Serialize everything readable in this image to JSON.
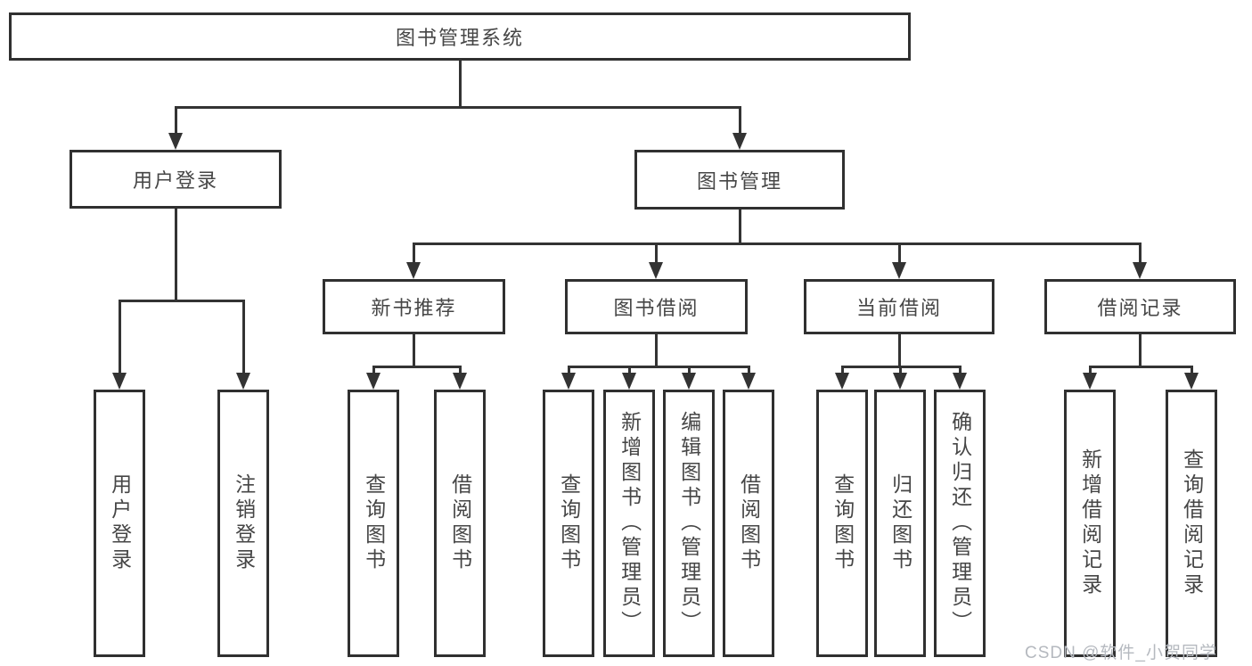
{
  "diagram": {
    "root": "图书管理系统",
    "level2": {
      "user_login": "用户登录",
      "book_mgmt": "图书管理"
    },
    "level3": {
      "new_book_rec": "新书推荐",
      "book_borrow": "图书借阅",
      "current_borrow": "当前借阅",
      "borrow_record": "借阅记录"
    },
    "leaves": {
      "user_login": "用户登录",
      "logout": "注销登录",
      "nbr_query_book": "查询图书",
      "nbr_borrow_book": "借阅图书",
      "bb_query_book": "查询图书",
      "bb_add_book": "新增图书（管理员）",
      "bb_edit_book": "编辑图书（管理员）",
      "bb_borrow_book": "借阅图书",
      "cb_query_book": "查询图书",
      "cb_return_book": "归还图书",
      "cb_confirm_return": "确认归还（管理员）",
      "br_add_record": "新增借阅记录",
      "br_query_record": "查询借阅记录"
    },
    "structure": {
      "图书管理系统": {
        "用户登录": [
          "用户登录",
          "注销登录"
        ],
        "图书管理": {
          "新书推荐": [
            "查询图书",
            "借阅图书"
          ],
          "图书借阅": [
            "查询图书",
            "新增图书（管理员）",
            "编辑图书（管理员）",
            "借阅图书"
          ],
          "当前借阅": [
            "查询图书",
            "归还图书",
            "确认归还（管理员）"
          ],
          "借阅记录": [
            "新增借阅记录",
            "查询借阅记录"
          ]
        }
      }
    },
    "watermark": "CSDN @软件_小贺同学",
    "colors": {
      "line": "#333333",
      "border": "#303030",
      "text": "#464646",
      "watermark": "#b5b9bf",
      "background": "#ffffff"
    }
  }
}
